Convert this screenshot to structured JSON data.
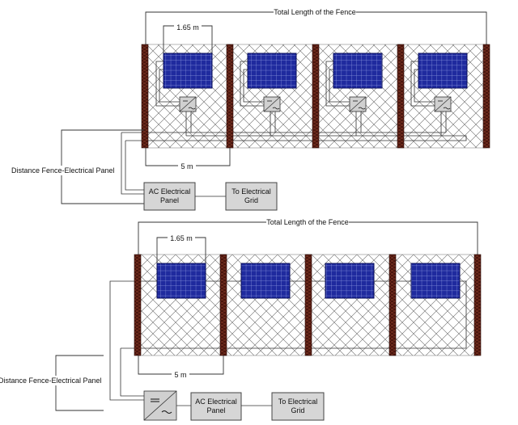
{
  "top": {
    "total_length_label": "Total Length of the Fence",
    "panel_width_label": "1.65 m",
    "post_spacing_label": "5 m",
    "distance_label": "Distance Fence-Electrical Panel",
    "ac_panel_label_line1": "AC Electrical",
    "ac_panel_label_line2": "Panel",
    "grid_label_line1": "To Electrical",
    "grid_label_line2": "Grid"
  },
  "bottom": {
    "total_length_label": "Total Length of the Fence",
    "panel_width_label": "1.65 m",
    "post_spacing_label": "5 m",
    "distance_label": "Distance Fence-Electrical Panel",
    "ac_panel_label_line1": "AC Electrical",
    "ac_panel_label_line2": "Panel",
    "grid_label_line1": "To Electrical",
    "grid_label_line2": "Grid"
  },
  "colors": {
    "post": "#5a1f14",
    "panel": "#1f2a9e",
    "panel_grid": "#8f9be0",
    "box": "#d6d6d6"
  },
  "icons": {
    "inverter": "dc-ac-inverter-icon"
  }
}
